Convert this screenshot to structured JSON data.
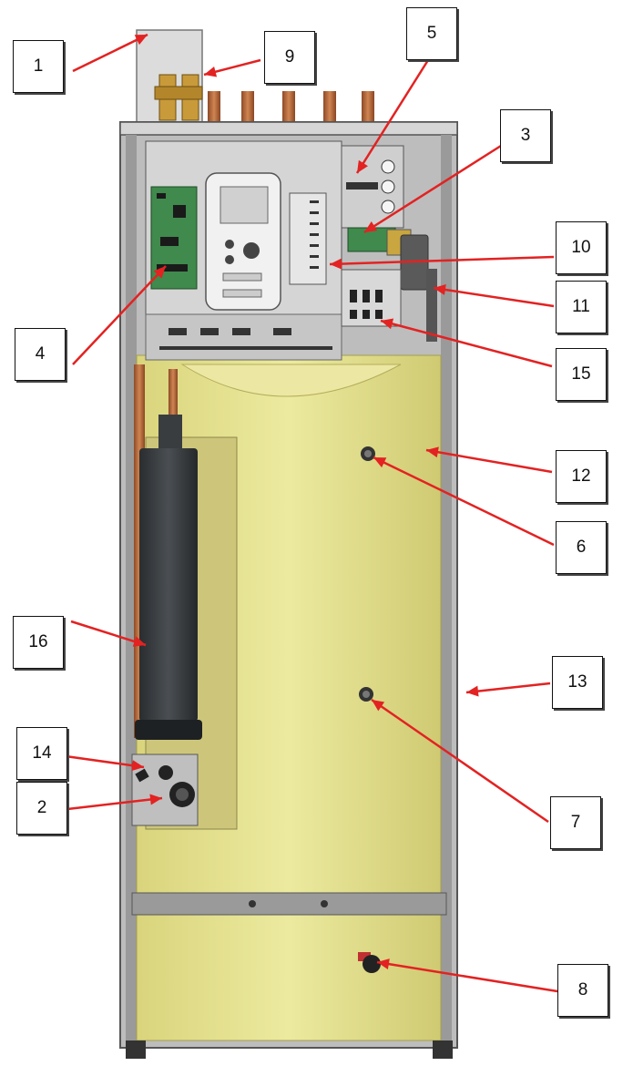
{
  "colors": {
    "arrow": "#e32222",
    "tank": "#e6e29a",
    "frame": "#c9c9c9",
    "heater": "#33373a",
    "pipe": "#b8673a",
    "panel": "#dcdcdc",
    "pcb": "#3f8a4c"
  },
  "callouts": [
    {
      "id": "1",
      "label": "1"
    },
    {
      "id": "2",
      "label": "2"
    },
    {
      "id": "3",
      "label": "3"
    },
    {
      "id": "4",
      "label": "4"
    },
    {
      "id": "5",
      "label": "5"
    },
    {
      "id": "6",
      "label": "6"
    },
    {
      "id": "7",
      "label": "7"
    },
    {
      "id": "8",
      "label": "8"
    },
    {
      "id": "9",
      "label": "9"
    },
    {
      "id": "10",
      "label": "10"
    },
    {
      "id": "11",
      "label": "11"
    },
    {
      "id": "12",
      "label": "12"
    },
    {
      "id": "13",
      "label": "13"
    },
    {
      "id": "14",
      "label": "14"
    },
    {
      "id": "15",
      "label": "15"
    },
    {
      "id": "16",
      "label": "16"
    }
  ]
}
